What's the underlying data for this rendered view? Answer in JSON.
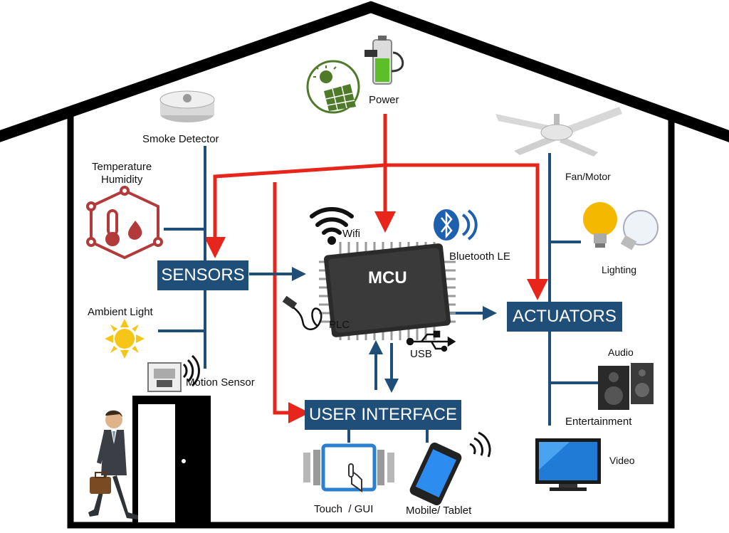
{
  "labels": {
    "power": "Power",
    "smoke_detector": "Smoke Detector",
    "temperature": "Temperature",
    "humidity": "Humidity",
    "ambient_light": "Ambient Light",
    "motion_sensor": "Motion Sensor",
    "wifi": "Wifi",
    "bluetooth": "Bluetooth LE",
    "plc": "PLC",
    "usb": "USB",
    "fan_motor": "Fan/Motor",
    "lighting": "Lighting",
    "audio": "Audio",
    "entertainment": "Entertainment",
    "video": "Video",
    "touch_gui": "Touch  / GUI",
    "mobile_tablet": "Mobile/ Tablet"
  },
  "blocks": {
    "sensors": "SENSORS",
    "mcu": "MCU",
    "actuators": "ACTUATORS",
    "user_interface": "USER INTERFACE"
  },
  "colors": {
    "block_fill": "#1f4e79",
    "power_line": "#e8251b",
    "signal_line": "#1f4e79",
    "house_outline": "#000000"
  },
  "icons": [
    "solar-panel-icon",
    "battery-plug-icon",
    "smoke-detector-icon",
    "temperature-humidity-icon",
    "sun-icon",
    "motion-sensor-icon",
    "wifi-icon",
    "bluetooth-icon",
    "plc-plug-icon",
    "usb-icon",
    "ceiling-fan-icon",
    "light-bulb-icon",
    "speakers-icon",
    "tv-icon",
    "touch-screen-icon",
    "mobile-phone-icon",
    "person-icon",
    "door-icon"
  ]
}
